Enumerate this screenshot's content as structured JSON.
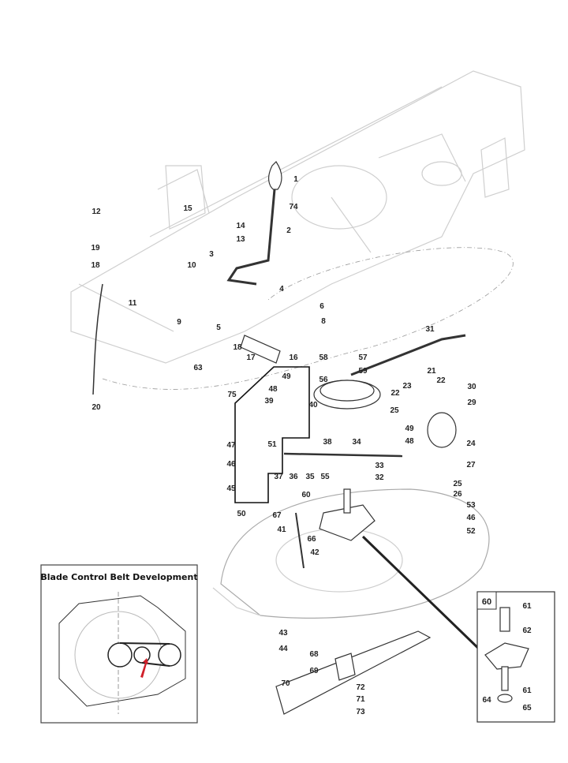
{
  "inset": {
    "title": "Blade Control Belt Development",
    "arrow_color": "#d0202a"
  },
  "detail_box": {
    "label": "60",
    "callouts": [
      "61",
      "62",
      "61",
      "64",
      "65"
    ]
  },
  "callouts": [
    "1",
    "74",
    "2",
    "12",
    "15",
    "14",
    "13",
    "19",
    "18",
    "3",
    "10",
    "11",
    "4",
    "9",
    "6",
    "5",
    "8",
    "18",
    "17",
    "16",
    "63",
    "20",
    "31",
    "58",
    "57",
    "59",
    "56",
    "21",
    "22",
    "23",
    "22",
    "25",
    "30",
    "29",
    "75",
    "49",
    "48",
    "39",
    "40",
    "38",
    "34",
    "49",
    "48",
    "24",
    "27",
    "51",
    "47",
    "46",
    "37",
    "36",
    "35",
    "33",
    "32",
    "25",
    "26",
    "55",
    "45",
    "53",
    "60",
    "46",
    "50",
    "67",
    "52",
    "41",
    "66",
    "42",
    "43",
    "44",
    "68",
    "69",
    "70",
    "72",
    "71",
    "73"
  ]
}
